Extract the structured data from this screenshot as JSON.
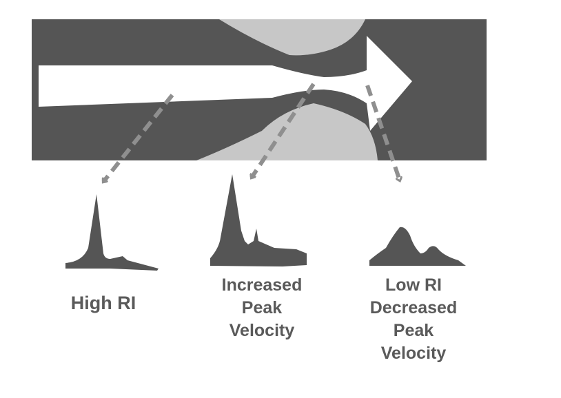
{
  "colors": {
    "vessel_lumen": "#555555",
    "plaque": "#c7c7c7",
    "flow_arrow": "#ffffff",
    "dashed_arrow": "#8f8f8f",
    "waveform": "#555555",
    "label_text": "#5a5a5a"
  },
  "labels": {
    "high_ri": [
      "High RI"
    ],
    "increased_peak_velocity": [
      "Increased",
      "Peak",
      "Velocity"
    ],
    "low_ri_decreased_peak_velocity": [
      "Low RI",
      "Decreased",
      "Peak",
      "Velocity"
    ]
  },
  "icons": {
    "flow": "right-arrow-icon",
    "sampling": "dashed-arrow-icon"
  }
}
